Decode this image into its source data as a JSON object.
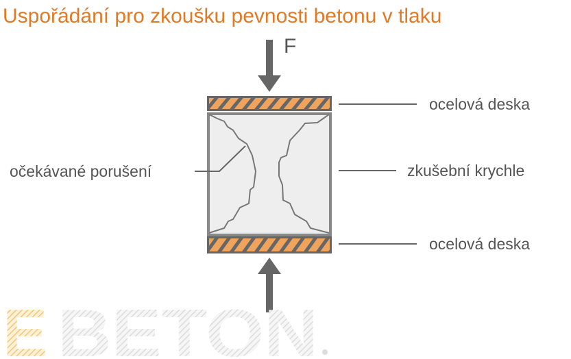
{
  "title": "Uspořádání pro zkoušku pevnosti betonu v tlaku",
  "force_label": "F",
  "labels": {
    "top_plate": "ocelová deska",
    "cube": "zkušební krychle",
    "bottom_plate": "ocelová deska",
    "failure": "očekávané porušení"
  },
  "logo": {
    "first": "E",
    "rest": "BETON",
    "dot": "."
  },
  "colors": {
    "title": "#e07a26",
    "plate": "#f0a35a",
    "frame": "#666666",
    "cube": "#eeeeee",
    "text": "#555555"
  }
}
